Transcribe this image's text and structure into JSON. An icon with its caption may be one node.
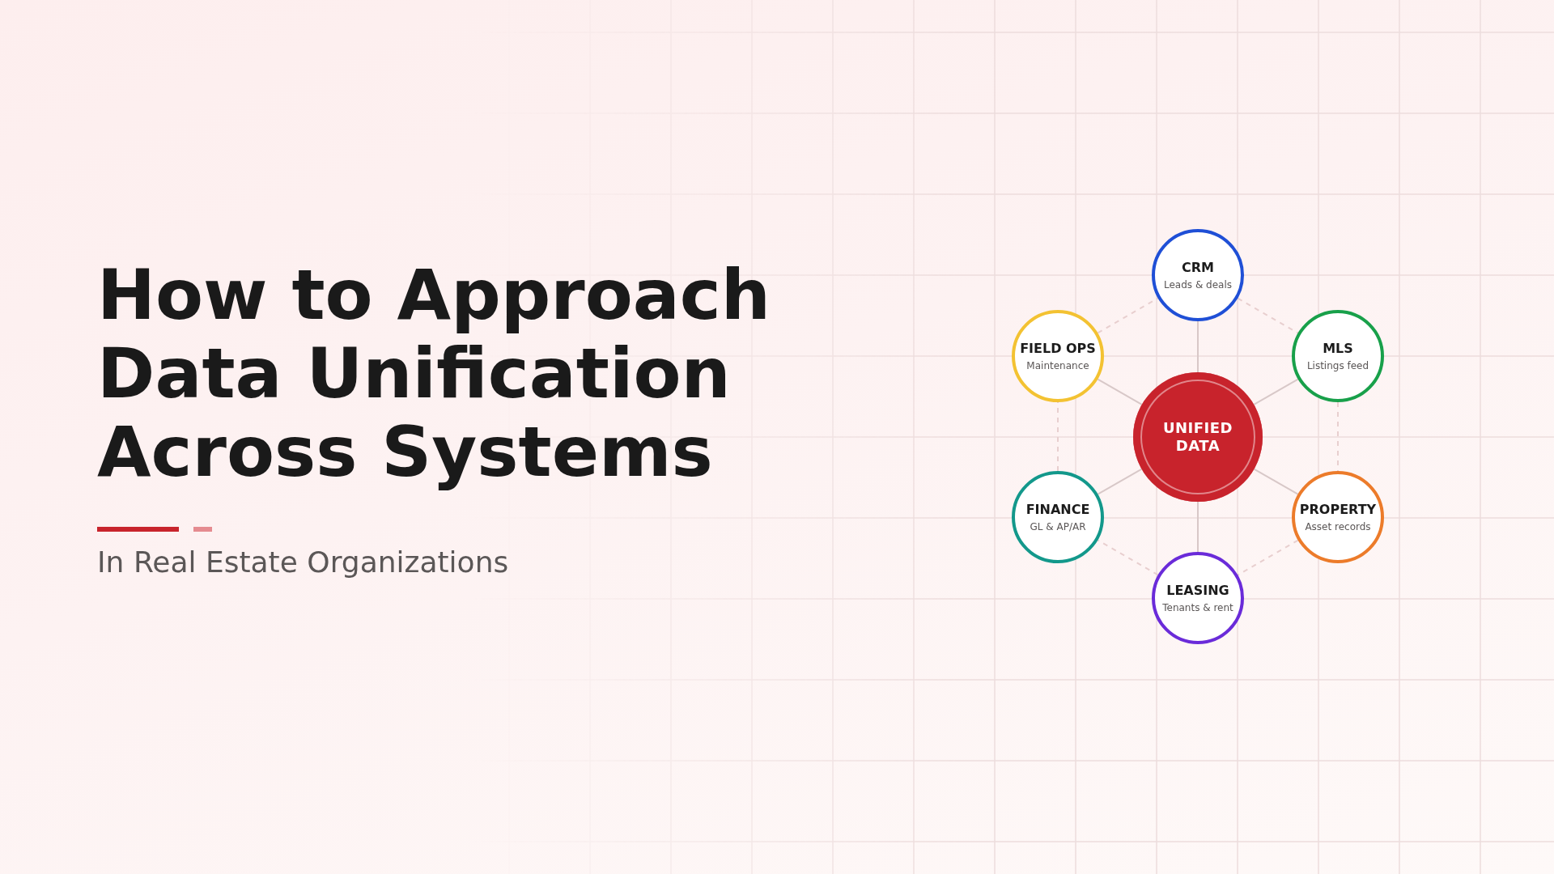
{
  "diagram": {
    "title": "How to Approach Data Unification Across Systems",
    "nodes": [
      {
        "text": [
          "CRM",
          "Leads & deals"
        ]
      },
      {
        "text": [
          "FIELD OPS",
          "Maintenance"
        ]
      },
      {
        "text": [
          "MLS",
          "Listings feed"
        ]
      },
      {
        "text": [
          "UNIFIED DATA"
        ]
      },
      {
        "text": [
          "FINANCE",
          "GL & AP/AR"
        ]
      },
      {
        "text": [
          "PROPERTY",
          "Asset records"
        ]
      },
      {
        "text": [
          "LEASING",
          "Tenants & rent"
        ]
      }
    ],
    "edges": [
      {
        "from": 3,
        "to": 0,
        "arrow": "none"
      },
      {
        "from": 3,
        "to": 1,
        "arrow": "none"
      },
      {
        "from": 3,
        "to": 2,
        "arrow": "none"
      },
      {
        "from": 3,
        "to": 4,
        "arrow": "none"
      },
      {
        "from": 3,
        "to": 5,
        "arrow": "none"
      },
      {
        "from": 3,
        "to": 6,
        "arrow": "none"
      },
      {
        "from": 0,
        "to": 2,
        "arrow": "none",
        "style": "dashed"
      },
      {
        "from": 2,
        "to": 5,
        "arrow": "none",
        "style": "dashed"
      },
      {
        "from": 5,
        "to": 6,
        "arrow": "none",
        "style": "dashed"
      },
      {
        "from": 6,
        "to": 4,
        "arrow": "none",
        "style": "dashed"
      },
      {
        "from": 4,
        "to": 1,
        "arrow": "none",
        "style": "dashed"
      },
      {
        "from": 1,
        "to": 0,
        "arrow": "none",
        "style": "dashed"
      }
    ],
    "labels": [
      "In Real Estate Organizations"
    ]
  }
}
